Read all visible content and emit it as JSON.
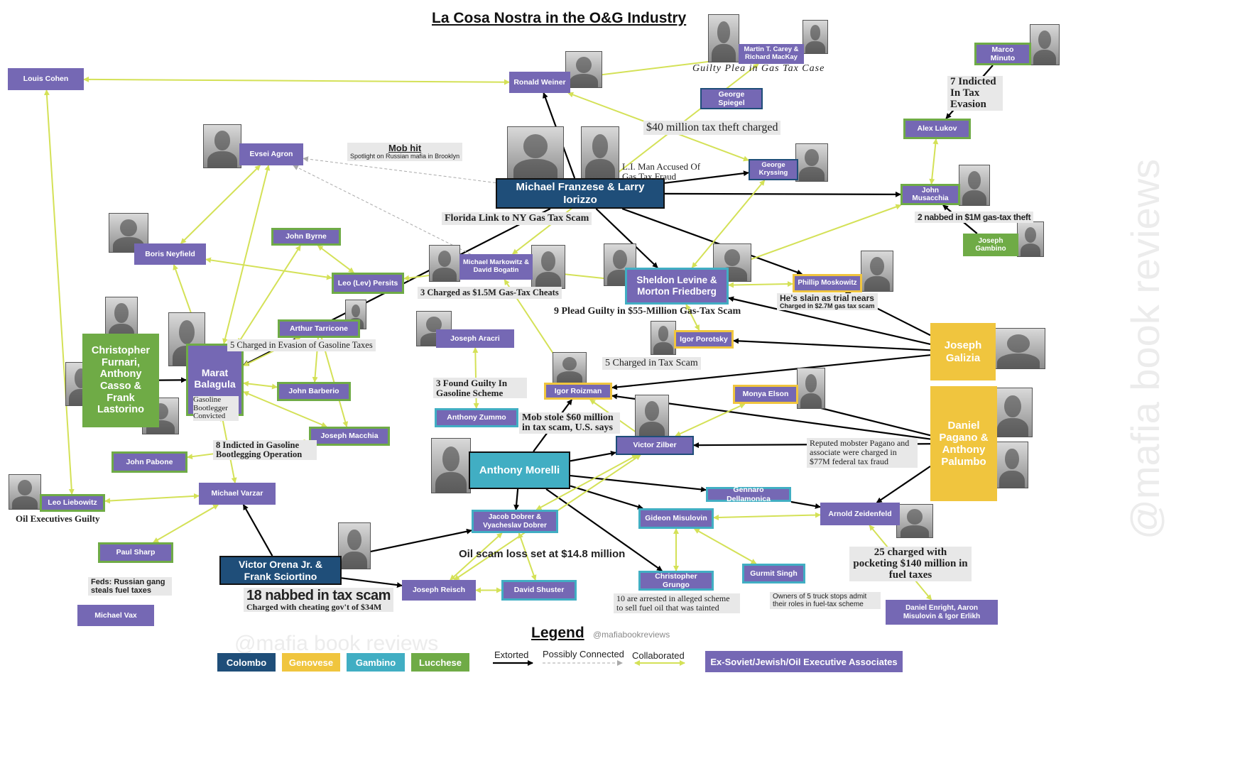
{
  "title": "La Cosa Nostra in the O&G Industry",
  "handle": "@mafiabookreviews",
  "watermark_bottom": "@mafia book reviews",
  "watermark_side": "@mafia book reviews",
  "colors": {
    "colombo": "#1f4e79",
    "genovese": "#f0c53e",
    "gambino": "#41aec3",
    "lucchese": "#6fab46",
    "associate": "#7568b4",
    "extorted": "#000000",
    "collaborated": "#d4e157",
    "possibly": "#aaaaaa"
  },
  "nodes": {
    "louis_cohen": "Louis Cohen",
    "ronald_weiner": "Ronald Weiner",
    "carey_mackay": "Martin T. Carey & Richard MacKay",
    "marco_minuto": "Marco Minuto",
    "george_spiegel": "George Spiegel",
    "alex_lukov": "Alex Lukov",
    "evsei_agron": "Evsei Agron",
    "george_kryssing": "George Kryssing",
    "franzese_iorizzo": "Michael Franzese & Larry Iorizzo",
    "john_musacchia": "John Musacchia",
    "joseph_gambino": "Joseph Gambino",
    "john_byrne": "John Byrne",
    "boris_neyfield": "Boris Neyfield",
    "leo_persits": "Leo (Lev) Persits",
    "markowitz_bogatin": "Michael Markowitz & David Bogatin",
    "levine_friedberg": "Sheldon Levine & Morton Friedberg",
    "phillip_moskowitz": "Phillip Moskowitz",
    "arthur_tarricone": "Arthur Tarricone",
    "christopher_furnari": "Christopher Furnari, Anthony Casso & Frank Lastorino",
    "marat_balagula": "Marat Balagula",
    "joseph_aracri": "Joseph Aracri",
    "igor_porotsky": "Igor Porotsky",
    "joseph_galizia": "Joseph Galizia",
    "john_barberio": "John Barberio",
    "igor_roizman": "Igor Roizman",
    "monya_elson": "Monya Elson",
    "anthony_zummo": "Anthony Zummo",
    "pagano_palumbo": "Daniel Pagano & Anthony Palumbo",
    "joseph_macchia": "Joseph Macchia",
    "victor_zilber": "Victor Zilber",
    "john_pabone": "John Pabone",
    "anthony_morelli": "Anthony Morelli",
    "leo_liebowitz": "Leo Liebowitz",
    "michael_varzar": "Michael Varzar",
    "gennaro_dellamonica": "Gennaro Dellamonica",
    "dobrer": "Jacob Dobrer & Vyacheslav Dobrer",
    "gideon_misulovin": "Gideon Misulovin",
    "arnold_zeidenfeld": "Arnold Zeidenfeld",
    "paul_sharp": "Paul Sharp",
    "orena_sciortino": "Victor Orena Jr. & Frank Sciortino",
    "joseph_reisch": "Joseph Reisch",
    "david_shuster": "David Shuster",
    "christopher_grungo": "Christopher Grungo",
    "gurmit_singh": "Gurmit Singh",
    "michael_vax": "Michael Vax",
    "enright_group": "Daniel Enright, Aaron Misulovin & Igor Erlikh"
  },
  "marat_caption": "Gasoline Bootlegger Convicted",
  "captions": {
    "guilty_plea": "Guilty Plea in Gas Tax Case",
    "tax_theft_40m": "$40 million tax theft charged",
    "indicted_7": "7 Indicted In Tax Evasion",
    "mob_hit": "Mob hit",
    "mob_hit_sub": "Spotlight on Russian mafia in Brooklyn",
    "li_man": "L.I. Man Accused Of Gas Tax Fraud",
    "florida_link": "Florida Link to NY Gas Tax Scam",
    "nabbed_2": "2 nabbed in $1M gas-tax theft",
    "charged_3": "3 Charged as $1.5M Gas-Tax Cheats",
    "slain": "He's slain as trial nears",
    "slain_sub": "Charged in $2.7M gas tax scam",
    "plead_9": "9 Plead Guilty in $55-Million Gas-Tax Scam",
    "charged_5_evasion": "5 Charged in Evasion of Gasoline Taxes",
    "charged_5_scam": "5 Charged in Tax Scam",
    "found_guilty_3": "3 Found Guilty In Gasoline Scheme",
    "mob_stole": "Mob stole $60 million in tax scam, U.S. says",
    "pagano_charged": "Reputed mobster Pagano and associate were charged in $77M federal tax fraud",
    "indicted_8": "8 Indicted in Gasoline Bootlegging Operation",
    "oil_exec": "Oil Executives Guilty",
    "oil_scam_loss": "Oil scam loss set at $14.8 million",
    "charged_25": "25 charged with pocketing $140 million in fuel taxes",
    "feds_russian": "Feds: Russian gang steals fuel taxes",
    "nabbed_18": "18 nabbed in tax scam",
    "nabbed_18_sub": "Charged with cheating gov't of $34M",
    "arrested_10": "10 are arrested in alleged scheme to sell fuel oil that was tainted",
    "owners_5": "Owners of 5 truck stops admit their roles in fuel-tax scheme"
  },
  "legend": {
    "title": "Legend",
    "colombo": "Colombo",
    "genovese": "Genovese",
    "gambino": "Gambino",
    "lucchese": "Lucchese",
    "extorted": "Extorted",
    "possibly": "Possibly Connected",
    "collaborated": "Collaborated",
    "associates": "Ex-Soviet/Jewish/Oil Executive Associates"
  },
  "edges": [
    {
      "from": "ronald_weiner",
      "to": "louis_cohen",
      "type": "collaborated"
    },
    {
      "from": "louis_cohen",
      "to": "leo_liebowitz",
      "type": "collaborated"
    },
    {
      "from": "ronald_weiner",
      "to": "george_kryssing",
      "type": "collaborated"
    },
    {
      "from": "franzese_iorizzo",
      "to": "ronald_weiner",
      "type": "extorted"
    },
    {
      "from": "franzese_iorizzo",
      "to": "george_kryssing",
      "type": "extorted"
    },
    {
      "from": "franzese_iorizzo",
      "to": "john_musacchia",
      "type": "extorted"
    },
    {
      "from": "franzese_iorizzo",
      "to": "levine_friedberg",
      "type": "extorted"
    },
    {
      "from": "franzese_iorizzo",
      "to": "phillip_moskowitz",
      "type": "extorted"
    },
    {
      "from": "franzese_iorizzo",
      "to": "marat_balagula",
      "type": "extorted"
    },
    {
      "from": "marco_minuto",
      "to": "alex_lukov",
      "type": "extorted"
    },
    {
      "from": "john_musacchia",
      "to": "alex_lukov",
      "type": "collaborated"
    },
    {
      "from": "joseph_gambino",
      "to": "john_musacchia",
      "type": "extorted"
    },
    {
      "from": "evsei_agron",
      "to": "boris_neyfield",
      "type": "collaborated"
    },
    {
      "from": "evsei_agron",
      "to": "marat_balagula",
      "type": "collaborated"
    },
    {
      "from": "boris_neyfield",
      "to": "marat_balagula",
      "type": "collaborated"
    },
    {
      "from": "boris_neyfield",
      "to": "leo_persits",
      "type": "collaborated"
    },
    {
      "from": "john_byrne",
      "to": "marat_balagula",
      "type": "collaborated"
    },
    {
      "from": "john_byrne",
      "to": "leo_persits",
      "type": "collaborated"
    },
    {
      "from": "christopher_furnari",
      "to": "marat_balagula",
      "type": "extorted"
    },
    {
      "from": "marat_balagula",
      "to": "arthur_tarricone",
      "type": "collaborated"
    },
    {
      "from": "marat_balagula",
      "to": "john_barberio",
      "type": "collaborated"
    },
    {
      "from": "marat_balagula",
      "to": "joseph_macchia",
      "type": "collaborated"
    },
    {
      "from": "marat_balagula",
      "to": "michael_varzar",
      "type": "collaborated"
    },
    {
      "from": "arthur_tarricone",
      "to": "john_barberio",
      "type": "collaborated"
    },
    {
      "from": "arthur_tarricone",
      "to": "joseph_macchia",
      "type": "collaborated"
    },
    {
      "from": "john_pabone",
      "to": "joseph_macchia",
      "type": "collaborated"
    },
    {
      "from": "paul_sharp",
      "to": "michael_varzar",
      "type": "collaborated"
    },
    {
      "from": "leo_liebowitz",
      "to": "michael_varzar",
      "type": "collaborated"
    },
    {
      "from": "orena_sciortino",
      "to": "michael_varzar",
      "type": "extorted"
    },
    {
      "from": "orena_sciortino",
      "to": "joseph_reisch",
      "type": "extorted"
    },
    {
      "from": "orena_sciortino",
      "to": "dobrer",
      "type": "extorted"
    },
    {
      "from": "joseph_reisch",
      "to": "david_shuster",
      "type": "collaborated"
    },
    {
      "from": "dobrer",
      "to": "joseph_reisch",
      "type": "collaborated"
    },
    {
      "from": "dobrer",
      "to": "david_shuster",
      "type": "collaborated"
    },
    {
      "from": "anthony_morelli",
      "to": "dobrer",
      "type": "extorted"
    },
    {
      "from": "anthony_morelli",
      "to": "gideon_misulovin",
      "type": "extorted"
    },
    {
      "from": "anthony_morelli",
      "to": "christopher_grungo",
      "type": "extorted"
    },
    {
      "from": "anthony_morelli",
      "to": "victor_zilber",
      "type": "extorted"
    },
    {
      "from": "anthony_morelli",
      "to": "igor_roizman",
      "type": "extorted"
    },
    {
      "from": "anthony_morelli",
      "to": "gennaro_dellamonica",
      "type": "extorted"
    },
    {
      "from": "anthony_zummo",
      "to": "joseph_aracri",
      "type": "collaborated"
    },
    {
      "from": "markowitz_bogatin",
      "to": "leo_persits",
      "type": "collaborated"
    },
    {
      "from": "markowitz_bogatin",
      "to": "igor_roizman",
      "type": "collaborated"
    },
    {
      "from": "levine_friedberg",
      "to": "markowitz_bogatin",
      "type": "collaborated"
    },
    {
      "from": "levine_friedberg",
      "to": "igor_porotsky",
      "type": "collaborated"
    },
    {
      "from": "levine_friedberg",
      "to": "phillip_moskowitz",
      "type": "collaborated"
    },
    {
      "from": "george_kryssing",
      "to": "levine_friedberg",
      "type": "collaborated"
    },
    {
      "from": "john_musacchia",
      "to": "levine_friedberg",
      "type": "collaborated"
    },
    {
      "from": "joseph_galizia",
      "to": "levine_friedberg",
      "type": "extorted"
    },
    {
      "from": "joseph_galizia",
      "to": "igor_porotsky",
      "type": "extorted"
    },
    {
      "from": "joseph_galizia",
      "to": "phillip_moskowitz",
      "type": "extorted"
    },
    {
      "from": "joseph_galizia",
      "to": "igor_roizman",
      "type": "extorted"
    },
    {
      "from": "pagano_palumbo",
      "to": "monya_elson",
      "type": "extorted"
    },
    {
      "from": "pagano_palumbo",
      "to": "victor_zilber",
      "type": "extorted"
    },
    {
      "from": "pagano_palumbo",
      "to": "igor_roizman",
      "type": "extorted"
    },
    {
      "from": "pagano_palumbo",
      "to": "arnold_zeidenfeld",
      "type": "extorted"
    },
    {
      "from": "monya_elson",
      "to": "victor_zilber",
      "type": "collaborated"
    },
    {
      "from": "victor_zilber",
      "to": "igor_roizman",
      "type": "collaborated"
    },
    {
      "from": "victor_zilber",
      "to": "dobrer",
      "type": "collaborated"
    },
    {
      "from": "victor_zilber",
      "to": "joseph_reisch",
      "type": "collaborated"
    },
    {
      "from": "gennaro_dellamonica",
      "to": "arnold_zeidenfeld",
      "type": "extorted"
    },
    {
      "from": "arnold_zeidenfeld",
      "to": "gideon_misulovin",
      "type": "collaborated"
    },
    {
      "from": "gideon_misulovin",
      "to": "christopher_grungo",
      "type": "collaborated"
    },
    {
      "from": "gurmit_singh",
      "to": "gideon_misulovin",
      "type": "collaborated"
    },
    {
      "from": "arnold_zeidenfeld",
      "to": "enright_group",
      "type": "collaborated"
    },
    {
      "from": "ronald_weiner",
      "to": "carey_mackay",
      "type": "collaborated"
    },
    {
      "from": "carey_mackay",
      "to": "markowitz_bogatin",
      "type": "collaborated"
    },
    {
      "from": "markowitz_bogatin",
      "to": "evsei_agron",
      "type": "possibly"
    },
    {
      "from": "franzese_iorizzo",
      "to": "evsei_agron",
      "type": "possibly"
    }
  ]
}
